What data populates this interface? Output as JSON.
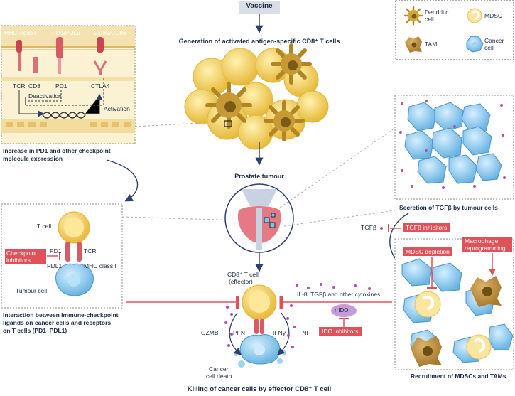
{
  "vaccine": "Vaccine",
  "generation_title": "Generation of activated antigen-specific CD8⁺ T cells",
  "prostate_title": "Prostate tumour",
  "killing_title": "Killing of cancer cells by effector CD8⁺ T cell",
  "legend": {
    "dendritic": "Dendritic cell",
    "mdsc": "MDSC",
    "tam": "TAM",
    "cancer": "Cancer cell"
  },
  "synapse": {
    "mhc": "MHC class I",
    "pdl": "PD1/PDL2",
    "cd80": "CD80/CD86",
    "tcr": "TCR",
    "cd8": "CD8",
    "pd1": "PD1",
    "ctla4": "CTLA4",
    "deactivation": "Deactivation",
    "activation": "Activation",
    "caption_1": "Increase in PD1 and other checkpoint",
    "caption_2": "molecule expression"
  },
  "interaction": {
    "tcell": "T cell",
    "checkpoint_1": "Checkpoint",
    "checkpoint_2": "inhibitors",
    "pd1": "PD1",
    "tcr": "TCR",
    "pdl1": "PDL1",
    "mhc": "MHC class I",
    "tumour": "Tumour cell",
    "caption_1": "Interaction between immune-checkpoint",
    "caption_2": "ligands on cancer cells and receptors",
    "caption_3": "on T cells (PD1–PDL1)"
  },
  "effector": {
    "label_1": "CD8⁺ T cell",
    "label_2": "(effector)",
    "gzmb": "GZMB",
    "pfn": "PFN",
    "ifn": "IFNγ",
    "tnf": "TNF",
    "death_1": "Cancer",
    "death_2": "cell death"
  },
  "tgf": {
    "caption": "Secretion of TGFβ by tumour cells",
    "tgfb": "TGFβ",
    "inhibitors": "TGFβ inhibitors"
  },
  "cytokines": "IL-8, TGFβ and other cytokines",
  "ido": "↑ IDO",
  "ido_inhibitors": "IDO inhibitors",
  "mdsc_depletion": "MDSC depletion",
  "macrophage_1": "Macrophage",
  "macrophage_2": "reprogramming",
  "recruitment_caption": "Recruitment of MDSCs and TAMs",
  "colors": {
    "accent_red": "#e0525a",
    "tcell_yellow": "#f2c94c",
    "cancer_blue": "#7cc4ec",
    "navy": "#2e3f6e"
  }
}
